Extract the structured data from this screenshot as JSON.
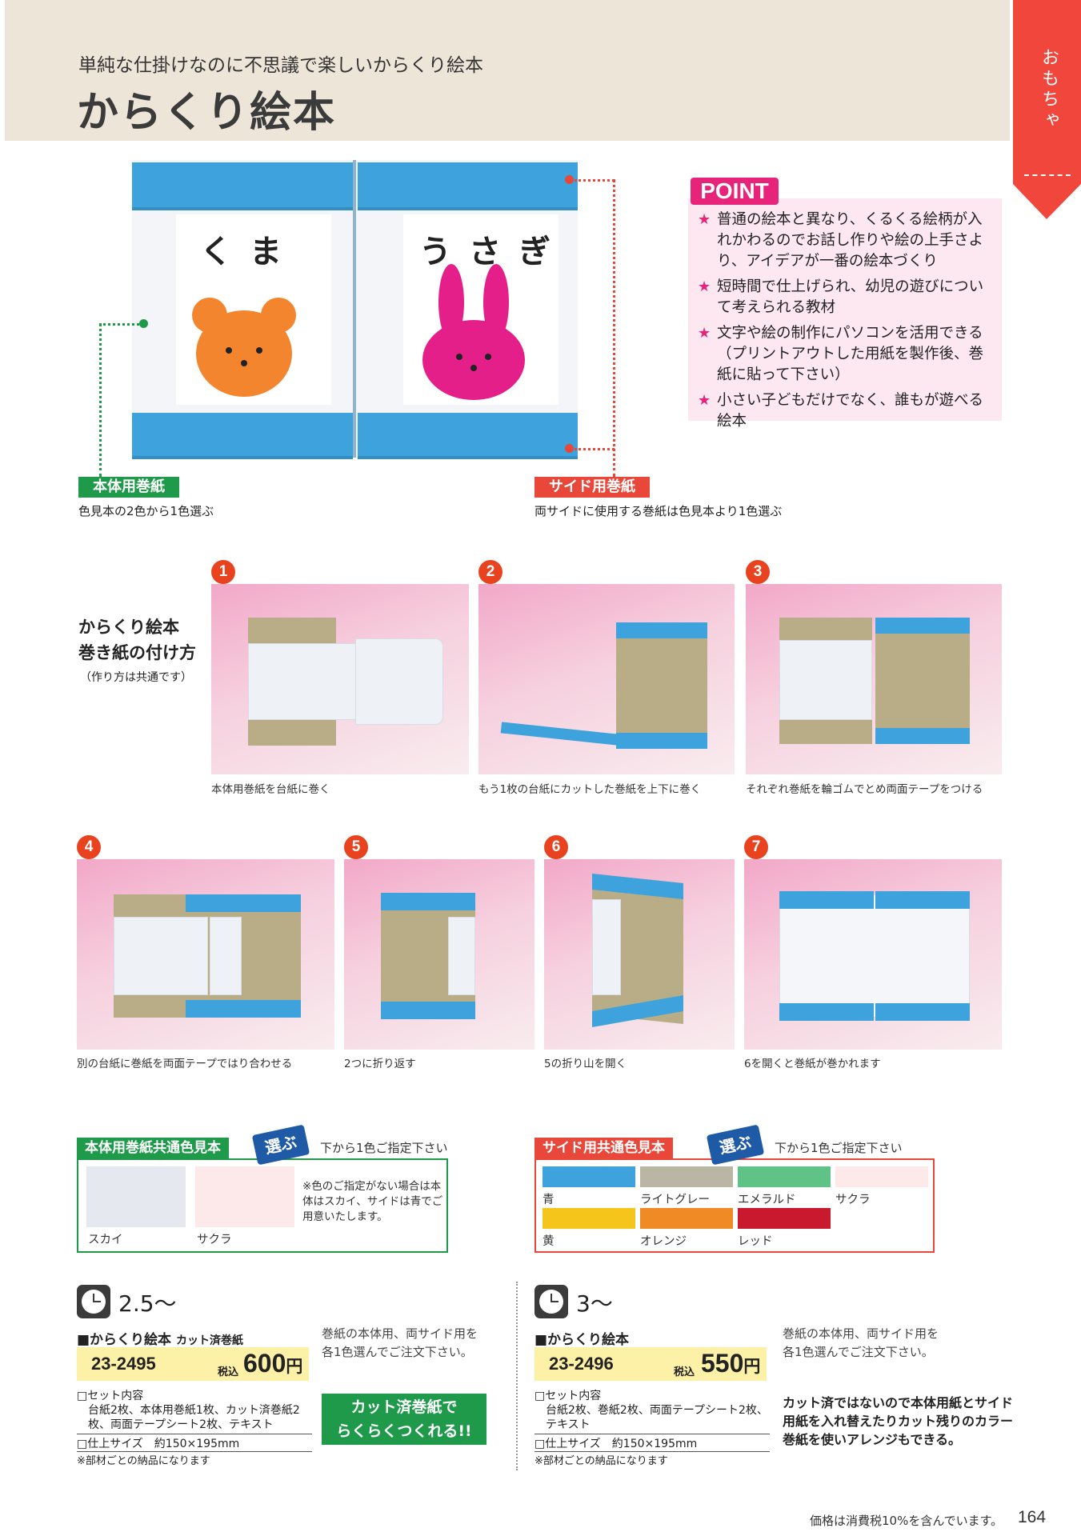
{
  "header": {
    "subtitle": "単純な仕掛けなのに不思議で楽しいからくり絵本",
    "title": "からくり絵本",
    "category_tab": "おもちゃ"
  },
  "hero": {
    "left_page_word": "くま",
    "right_page_word": "うさぎ",
    "body_label": "本体用巻紙",
    "body_note": "色見本の2色から1色選ぶ",
    "side_label": "サイド用巻紙",
    "side_note": "両サイドに使用する巻紙は色見本より1色選ぶ"
  },
  "point": {
    "label": "POINT",
    "items": [
      "普通の絵本と異なり、くるくる絵柄が入れかわるのでお話し作りや絵の上手さより、アイデアが一番の絵本づくり",
      "短時間で仕上げられ、幼児の遊びについて考えられる教材",
      "文字や絵の制作にパソコンを活用できる（プリントアウトした用紙を製作後、巻紙に貼って下さい）",
      "小さい子どもだけでなく、誰もが遊べる絵本"
    ]
  },
  "steps": {
    "heading_line1": "からくり絵本",
    "heading_line2": "巻き紙の付け方",
    "heading_sub": "（作り方は共通です）",
    "items": [
      {
        "num": "1",
        "caption": "本体用巻紙を台紙に巻く"
      },
      {
        "num": "2",
        "caption": "もう1枚の台紙にカットした巻紙を上下に巻く"
      },
      {
        "num": "3",
        "caption": "それぞれ巻紙を輪ゴムでとめ両面テープをつける"
      },
      {
        "num": "4",
        "caption": "別の台紙に巻紙を両面テープではり合わせる"
      },
      {
        "num": "5",
        "caption": "2つに折り返す"
      },
      {
        "num": "6",
        "caption": "5の折り山を開く"
      },
      {
        "num": "7",
        "caption": "6を開くと巻紙が巻かれます"
      }
    ]
  },
  "body_swatches": {
    "label": "本体用巻紙共通色見本",
    "badge": "選ぶ",
    "instruction": "下から1色ご指定下さい",
    "colors": [
      {
        "name": "スカイ",
        "hex": "#e6e8ef"
      },
      {
        "name": "サクラ",
        "hex": "#fde8ea"
      }
    ],
    "note": "※色のご指定がない場合は本体はスカイ、サイドは青でご用意いたします。"
  },
  "side_swatches": {
    "label": "サイド用共通色見本",
    "badge": "選ぶ",
    "instruction": "下から1色ご指定下さい",
    "colors": [
      {
        "name": "青",
        "hex": "#3ea3dc"
      },
      {
        "name": "ライトグレー",
        "hex": "#b9b6a4"
      },
      {
        "name": "エメラルド",
        "hex": "#5fc287"
      },
      {
        "name": "サクラ",
        "hex": "#fde8ea"
      },
      {
        "name": "黄",
        "hex": "#f6c51c"
      },
      {
        "name": "オレンジ",
        "hex": "#f08a24"
      },
      {
        "name": "レッド",
        "hex": "#c8192e"
      }
    ]
  },
  "products": [
    {
      "time": "2.5〜",
      "name": "■からくり絵本",
      "name_suffix": "カット済巻紙",
      "code": "23-2495",
      "tax_label": "税込",
      "price": "600",
      "yen": "円",
      "set_title": "□セット内容",
      "set_contents": "台紙2枚、本体用巻紙1枚、カット済巻紙2枚、両面テープシート2枚、テキスト",
      "size": "□仕上サイズ　約150×195mm",
      "delivery_note": "※部材ごとの納品になります",
      "order_note": "巻紙の本体用、両サイド用を各1色選んでご注文下さい。",
      "badge_line1": "カット済巻紙で",
      "badge_line2": "らくらくつくれる!!"
    },
    {
      "time": "3〜",
      "name": "■からくり絵本",
      "name_suffix": "",
      "code": "23-2496",
      "tax_label": "税込",
      "price": "550",
      "yen": "円",
      "set_title": "□セット内容",
      "set_contents": "台紙2枚、巻紙2枚、両面テープシート2枚、テキスト",
      "size": "□仕上サイズ　約150×195mm",
      "delivery_note": "※部材ごとの納品になります",
      "order_note": "巻紙の本体用、両サイド用を各1色選んでご注文下さい。",
      "extra_note": "カット済ではないので本体用紙とサイド用紙を入れ替えたりカット残りのカラー巻紙を使いアレンジもできる。"
    }
  ],
  "footer": {
    "tax_note": "価格は消費税10%を含んでいます。",
    "page_number": "164"
  },
  "colors": {
    "accent_red": "#f0463c",
    "point_pink": "#e8247a",
    "band_blue": "#3ea3dc",
    "body_green": "#1f9a4a",
    "side_red": "#e8473a",
    "price_yellow": "#fdf1a8"
  }
}
